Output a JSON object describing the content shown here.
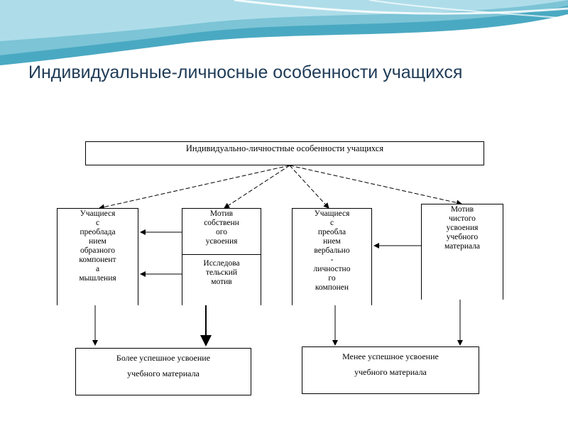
{
  "slide": {
    "title": "Индивидуальные-личносные особенности учащихся"
  },
  "diagram": {
    "top_box": "Индивидуально-личностные особенности учащихся",
    "box_figurative": "Учащиеся\nс\nпреоблада\nнием\nобразного\nкомпонент\nа\nмышления",
    "box_own_motive": "Мотив\nсобственн\nого\nусвоения",
    "box_research_motive": "Исследова\nтельский\nмотив",
    "box_verbal": "Учащиеся\nс\nпреобла\nнием\nвербально\n-\nличностно\nго\nкомпонен",
    "box_pure_motive": "Мотив\nчистого\nусвоения\nучебного\nматериала",
    "result_better": "Более успешное усвоение\nучебного материала",
    "result_worse": "Менее успешное усвоение\nучебного материала"
  },
  "colors": {
    "wave_dark": "#4aa9c2",
    "wave_light": "#9fd6e4",
    "title": "#1f3b57"
  }
}
